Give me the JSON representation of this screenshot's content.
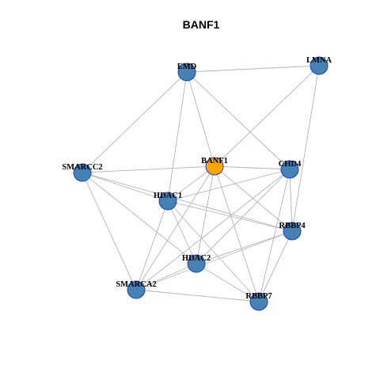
{
  "title": "BANF1",
  "colors": {
    "focus_fill": "#FFA500",
    "node_fill": "#4682B4",
    "node_stroke": "#1F3FBF",
    "edge": "#B3B3B3",
    "background": "#FFFFFF"
  },
  "nodes": [
    {
      "id": "EMD",
      "label": "EMD",
      "focus": false
    },
    {
      "id": "LMNA",
      "label": "LMNA",
      "focus": false
    },
    {
      "id": "SMARCC2",
      "label": "SMARCC2",
      "focus": false
    },
    {
      "id": "BANF1",
      "label": "BANF1",
      "focus": true
    },
    {
      "id": "CHD4",
      "label": "CHD4",
      "focus": false
    },
    {
      "id": "HDAC1",
      "label": "HDAC1",
      "focus": false
    },
    {
      "id": "RBBP4",
      "label": "RBBP4",
      "focus": false
    },
    {
      "id": "HDAC2",
      "label": "HDAC2",
      "focus": false
    },
    {
      "id": "SMARCA2",
      "label": "SMARCA2",
      "focus": false
    },
    {
      "id": "RBBP7",
      "label": "RBBP7",
      "focus": false
    }
  ],
  "edges": [
    [
      "EMD",
      "LMNA"
    ],
    [
      "EMD",
      "SMARCC2"
    ],
    [
      "EMD",
      "BANF1"
    ],
    [
      "EMD",
      "CHD4"
    ],
    [
      "EMD",
      "HDAC1"
    ],
    [
      "LMNA",
      "BANF1"
    ],
    [
      "LMNA",
      "RBBP4"
    ],
    [
      "SMARCC2",
      "BANF1"
    ],
    [
      "SMARCC2",
      "HDAC1"
    ],
    [
      "SMARCC2",
      "SMARCA2"
    ],
    [
      "SMARCC2",
      "HDAC2"
    ],
    [
      "SMARCC2",
      "RBBP4"
    ],
    [
      "BANF1",
      "CHD4"
    ],
    [
      "BANF1",
      "HDAC1"
    ],
    [
      "BANF1",
      "RBBP4"
    ],
    [
      "BANF1",
      "HDAC2"
    ],
    [
      "BANF1",
      "SMARCA2"
    ],
    [
      "BANF1",
      "RBBP7"
    ],
    [
      "CHD4",
      "HDAC1"
    ],
    [
      "CHD4",
      "RBBP4"
    ],
    [
      "CHD4",
      "HDAC2"
    ],
    [
      "CHD4",
      "RBBP7"
    ],
    [
      "CHD4",
      "SMARCA2"
    ],
    [
      "HDAC1",
      "RBBP4"
    ],
    [
      "HDAC1",
      "HDAC2"
    ],
    [
      "HDAC1",
      "RBBP7"
    ],
    [
      "HDAC1",
      "SMARCA2"
    ],
    [
      "RBBP4",
      "HDAC2"
    ],
    [
      "RBBP4",
      "RBBP7"
    ],
    [
      "RBBP4",
      "SMARCA2"
    ],
    [
      "HDAC2",
      "SMARCA2"
    ],
    [
      "HDAC2",
      "RBBP7"
    ],
    [
      "SMARCA2",
      "RBBP7"
    ]
  ]
}
